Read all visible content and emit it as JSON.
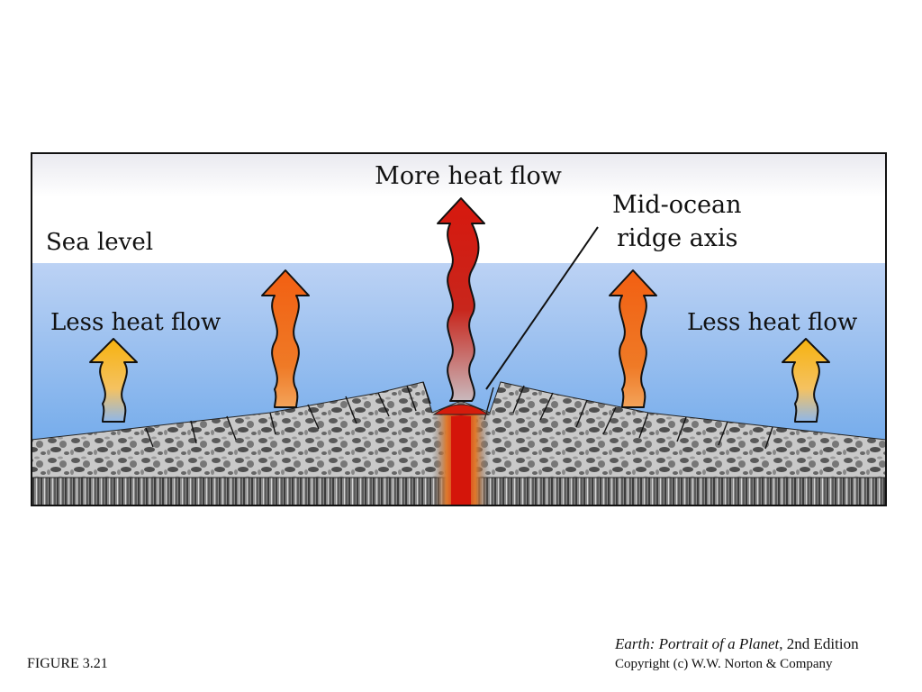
{
  "labels": {
    "sea_level": "Sea level",
    "more_heat_flow": "More heat flow",
    "ridge_axis_line1": "Mid-ocean",
    "ridge_axis_line2": "ridge axis",
    "less_heat_flow_left": "Less heat flow",
    "less_heat_flow_right": "Less heat flow"
  },
  "figure": {
    "number": "FIGURE 3.21",
    "book_title": "Earth: Portrait of a Planet",
    "book_edition": ", 2nd Edition",
    "copyright": "Copyright (c) W.W. Norton & Company"
  },
  "colors": {
    "sky": "#ffffff",
    "water_top": "#b7cff3",
    "water_bottom": "#5c9fe9",
    "crust_light": "#c6c6c6",
    "crust_dark": "#5a5a5a",
    "mantle_gray": "#6e6e6e",
    "magma_red": "#d21d0c",
    "magma_orange": "#ec7a2a",
    "arrow_red": "#d01a10",
    "arrow_orange": "#f0621a",
    "arrow_yellow": "#f5b51c",
    "outline": "#111111"
  },
  "heat_flow_arrows": [
    {
      "name": "arrow-far-left",
      "intensity": "low"
    },
    {
      "name": "arrow-mid-left",
      "intensity": "medium"
    },
    {
      "name": "arrow-center",
      "intensity": "high"
    },
    {
      "name": "arrow-mid-right",
      "intensity": "medium"
    },
    {
      "name": "arrow-far-right",
      "intensity": "low"
    }
  ]
}
